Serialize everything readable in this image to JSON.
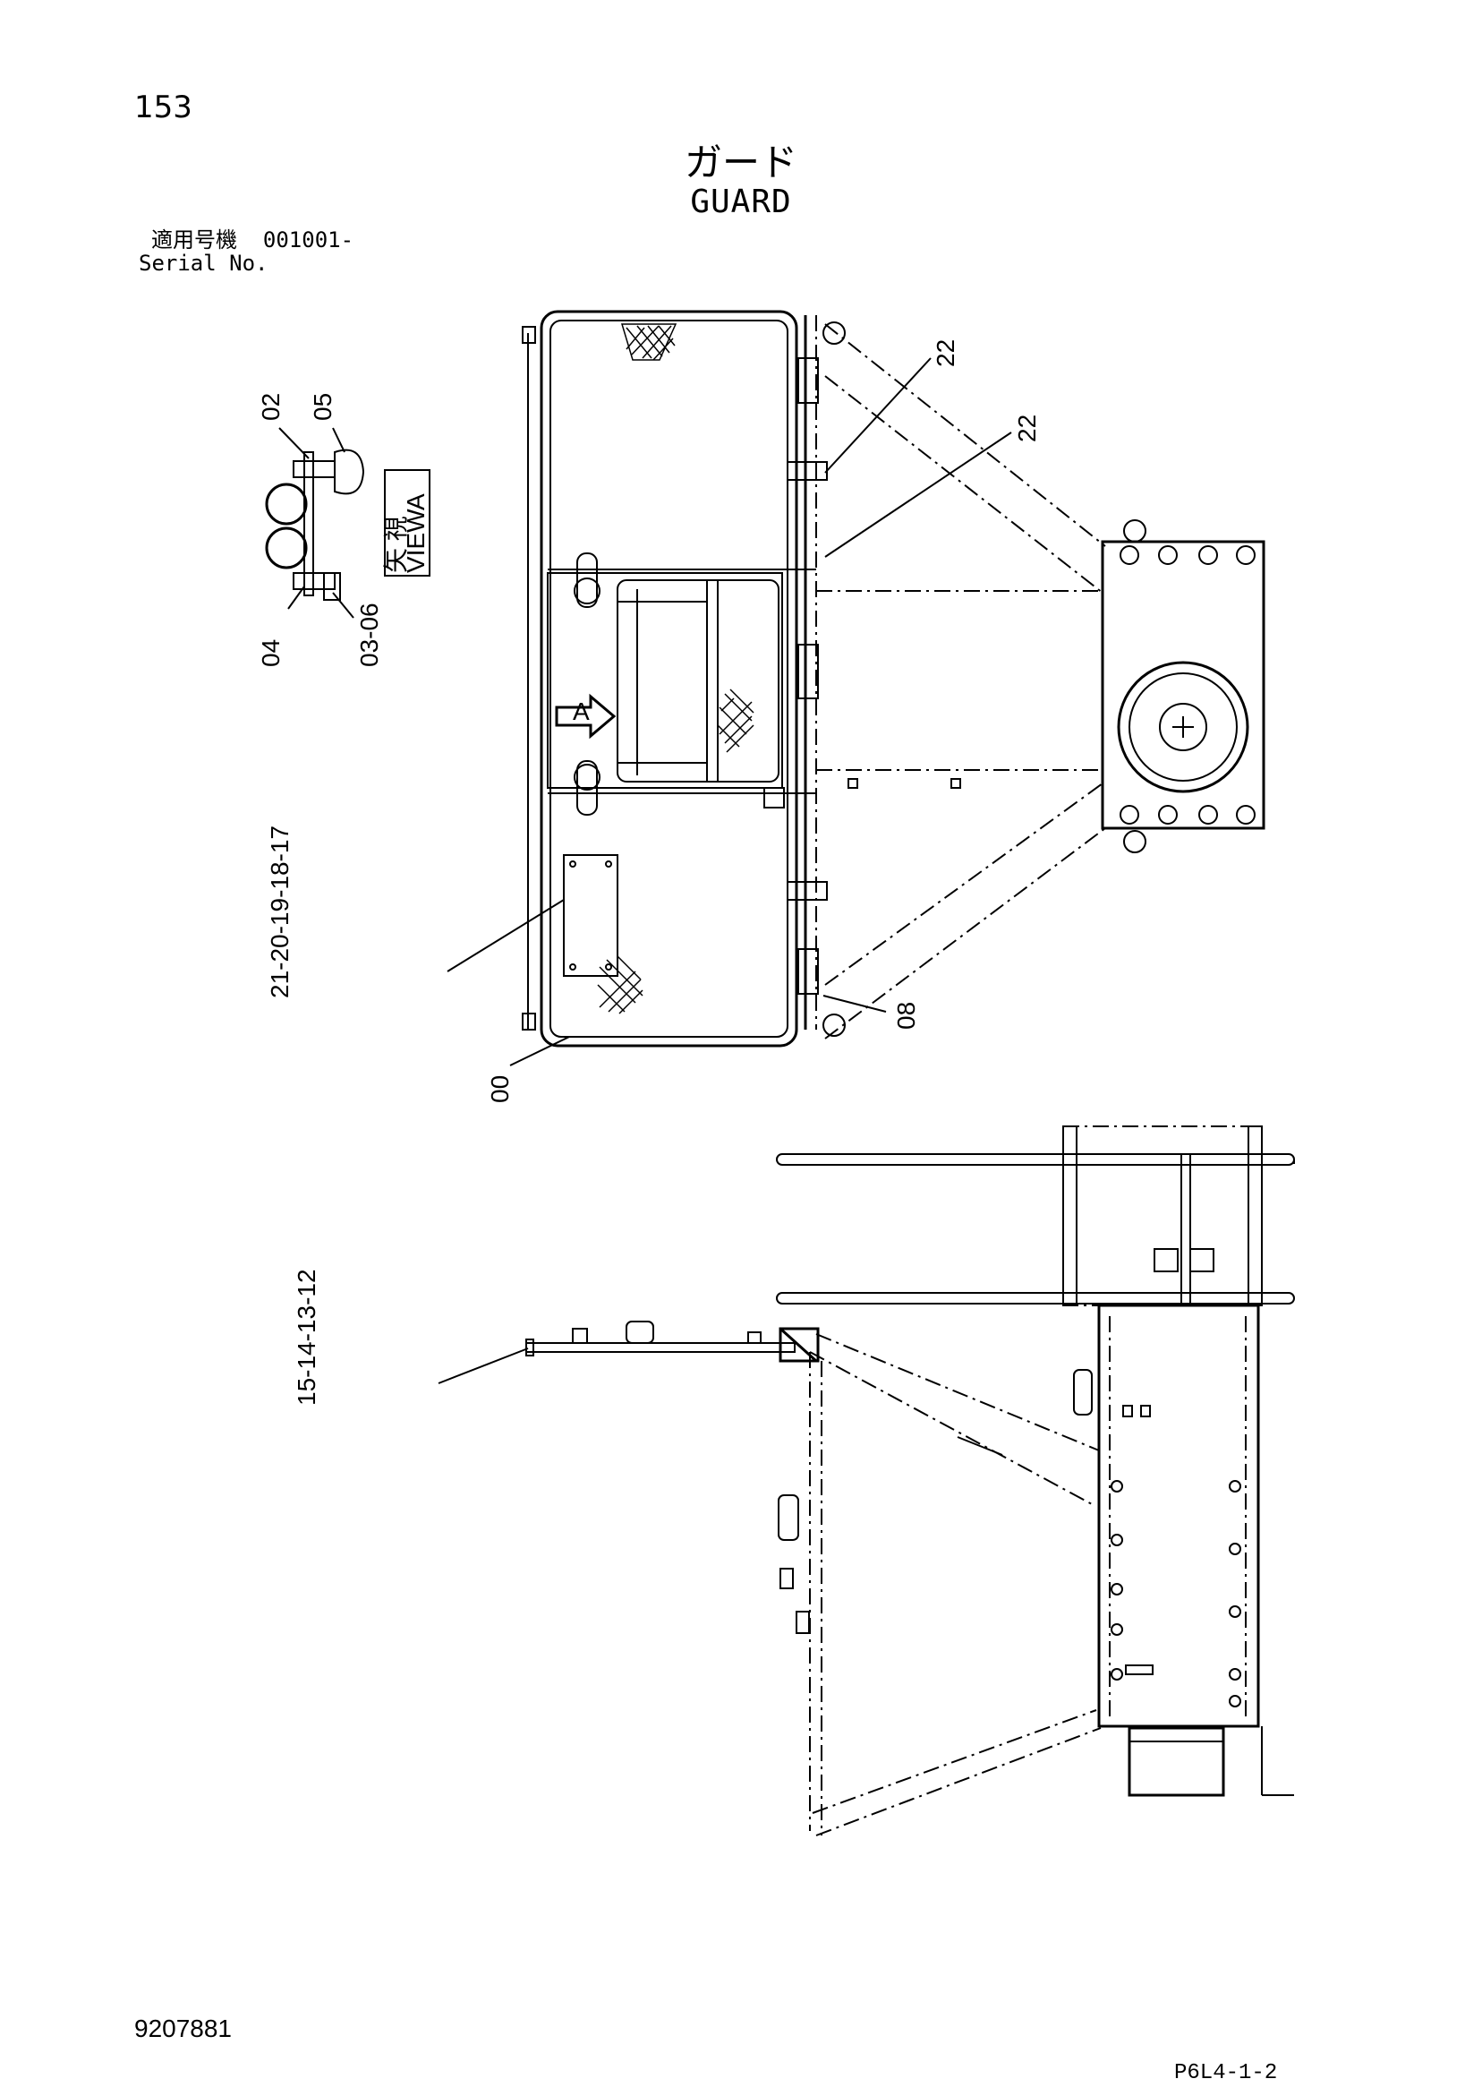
{
  "page": {
    "number": "153",
    "title_jp": "ガード",
    "title_en": "GUARD",
    "serial_label_jp": "適用号機",
    "serial_value": "001001-",
    "serial_label_en": "Serial No.",
    "drawing_code": "9207881",
    "reference": "P6L4-1-2"
  },
  "view_label": {
    "kanji": "矢 視",
    "view": "VIEW",
    "letter": "A"
  },
  "arrow_marker": "A",
  "callouts": [
    {
      "id": "c-02",
      "text": "02"
    },
    {
      "id": "c-05",
      "text": "05"
    },
    {
      "id": "c-04",
      "text": "04"
    },
    {
      "id": "c-03-06",
      "text": "03-06"
    },
    {
      "id": "c-22a",
      "text": "22"
    },
    {
      "id": "c-22b",
      "text": "22"
    },
    {
      "id": "c-21-17",
      "text": "21-20-19-18-17"
    },
    {
      "id": "c-00",
      "text": "00"
    },
    {
      "id": "c-08",
      "text": "08"
    },
    {
      "id": "c-15-12",
      "text": "15-14-13-12"
    }
  ]
}
